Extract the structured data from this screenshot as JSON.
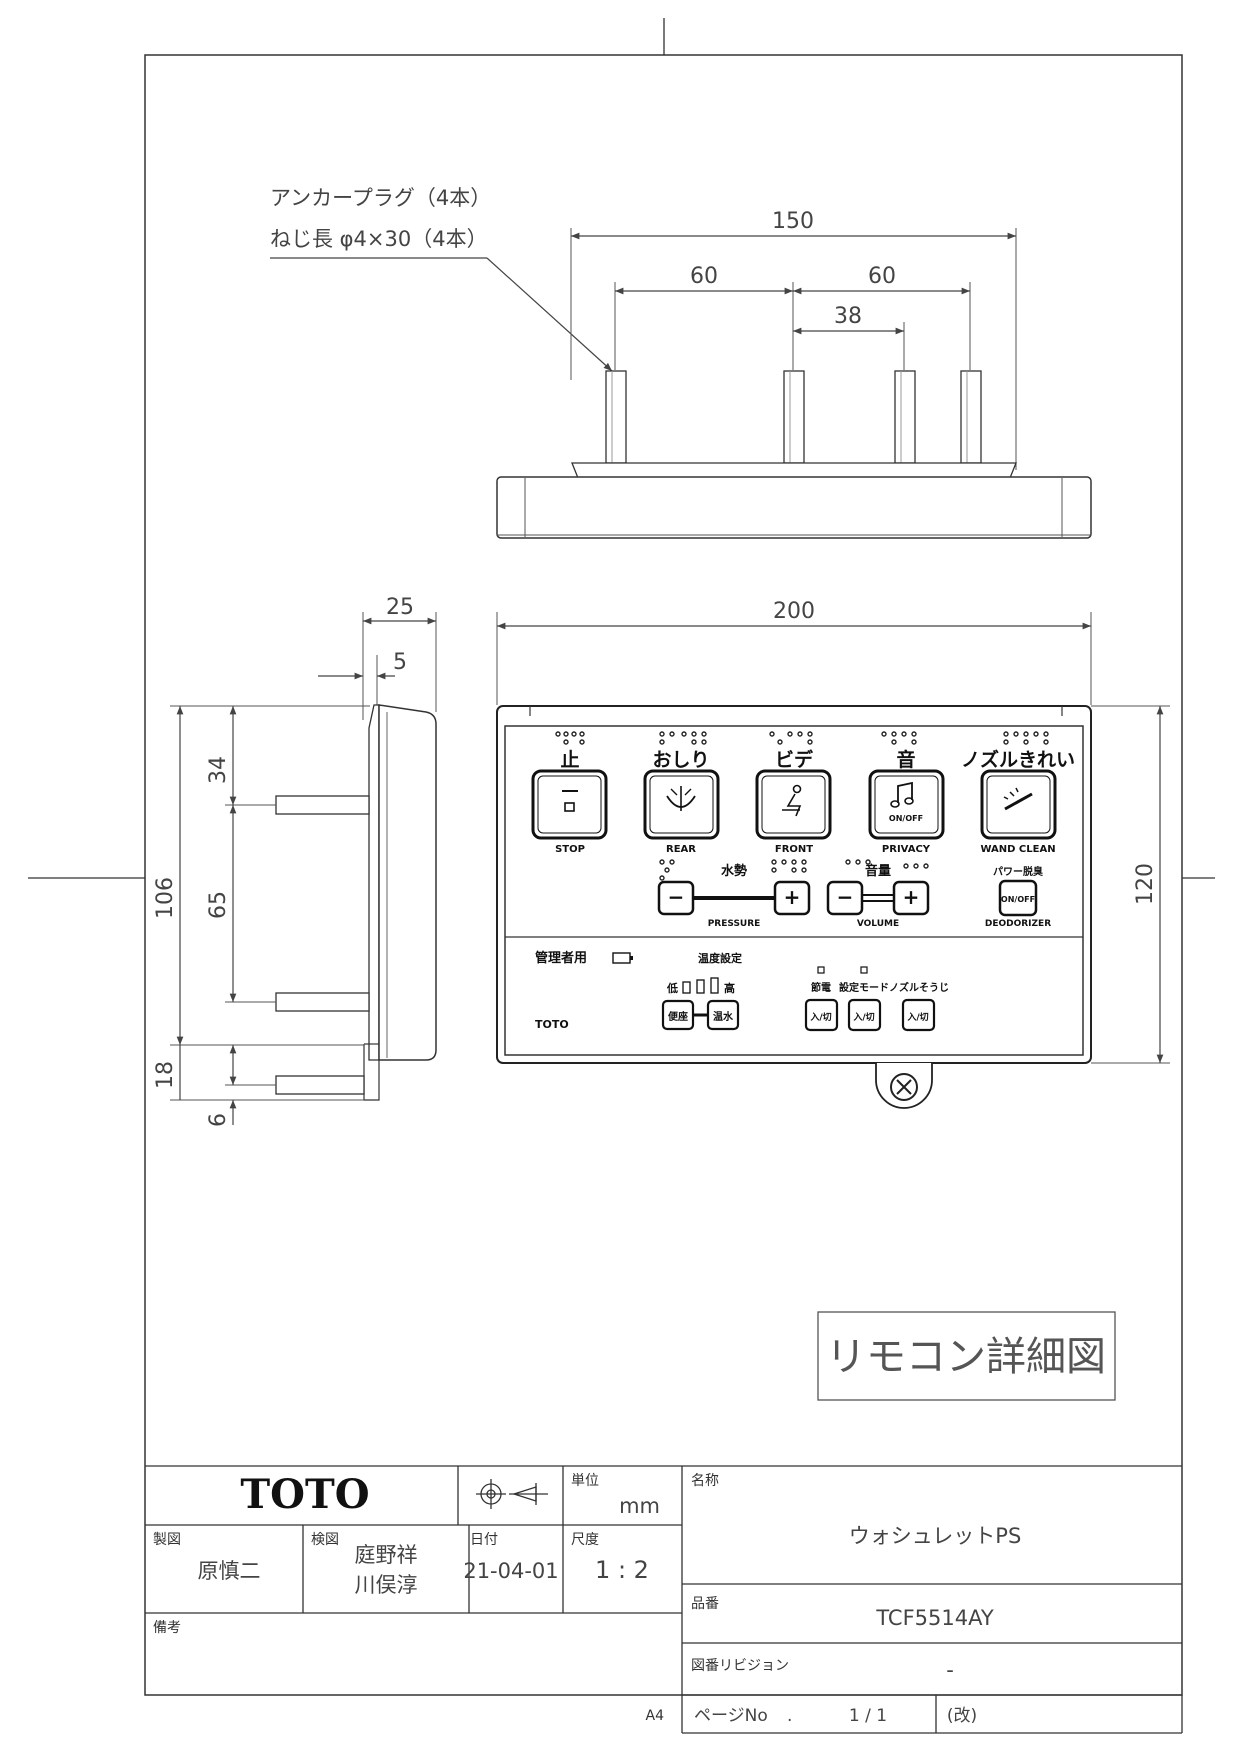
{
  "drawing_title": "リモコン詳細図",
  "callout": {
    "line1": "アンカープラグ（4本）",
    "line2": "ねじ長 φ4×30（4本）"
  },
  "top_view_dims": {
    "overall": "150",
    "left": "60",
    "right": "60",
    "inner": "38"
  },
  "front_view_dims": {
    "width": "200",
    "height": "120"
  },
  "side_view_dims": {
    "depth": "25",
    "plate": "5",
    "total": "106",
    "top": "34",
    "mid": "65",
    "lower": "18",
    "bottom": "6"
  },
  "panel": {
    "buttons": [
      {
        "jp": "止",
        "en": "STOP"
      },
      {
        "jp": "おしり",
        "en": "REAR"
      },
      {
        "jp": "ビデ",
        "en": "FRONT"
      },
      {
        "jp": "音",
        "en": "PRIVACY",
        "inner": "ON/OFF"
      },
      {
        "jp": "ノズルきれい",
        "en": "WAND CLEAN"
      }
    ],
    "pressure": {
      "jp": "水勢",
      "en": "PRESSURE",
      "minus": "−",
      "plus": "+"
    },
    "volume": {
      "jp": "音量",
      "en": "VOLUME",
      "minus": "−",
      "plus": "+"
    },
    "deodorizer": {
      "jp": "パワー脱臭",
      "inner": "ON/OFF",
      "en": "DEODORIZER"
    },
    "admin": "管理者用",
    "temp_label": "温度設定",
    "temp_low": "低",
    "temp_high": "高",
    "seat": "便座",
    "water": "温水",
    "brand": "TOTO",
    "toggles": [
      {
        "label": "節電",
        "btn": "入/切"
      },
      {
        "label": "設定モード",
        "btn": "入/切"
      },
      {
        "label": "ノズルそうじ",
        "btn": "入/切"
      }
    ]
  },
  "title_block": {
    "logo": "TOTO",
    "unit_label": "単位",
    "unit": "mm",
    "name_label": "名称",
    "name": "ウォシュレットPS",
    "drawn_label": "製図",
    "drawn_by": "原慎二",
    "checked_label": "検図",
    "checked_by_1": "庭野祥",
    "checked_by_2": "川俣淳",
    "date_label": "日付",
    "date": "21-04-01",
    "scale_label": "尺度",
    "scale": "1 : 2",
    "part_label": "品番",
    "part_no": "TCF5514AY",
    "remarks_label": "備考",
    "revision_label": "図番リビジョン",
    "revision": "-",
    "paper": "A4",
    "page_label": "ページNo",
    "page_dot": ".",
    "page": "1 / 1",
    "edition": "(改)"
  }
}
